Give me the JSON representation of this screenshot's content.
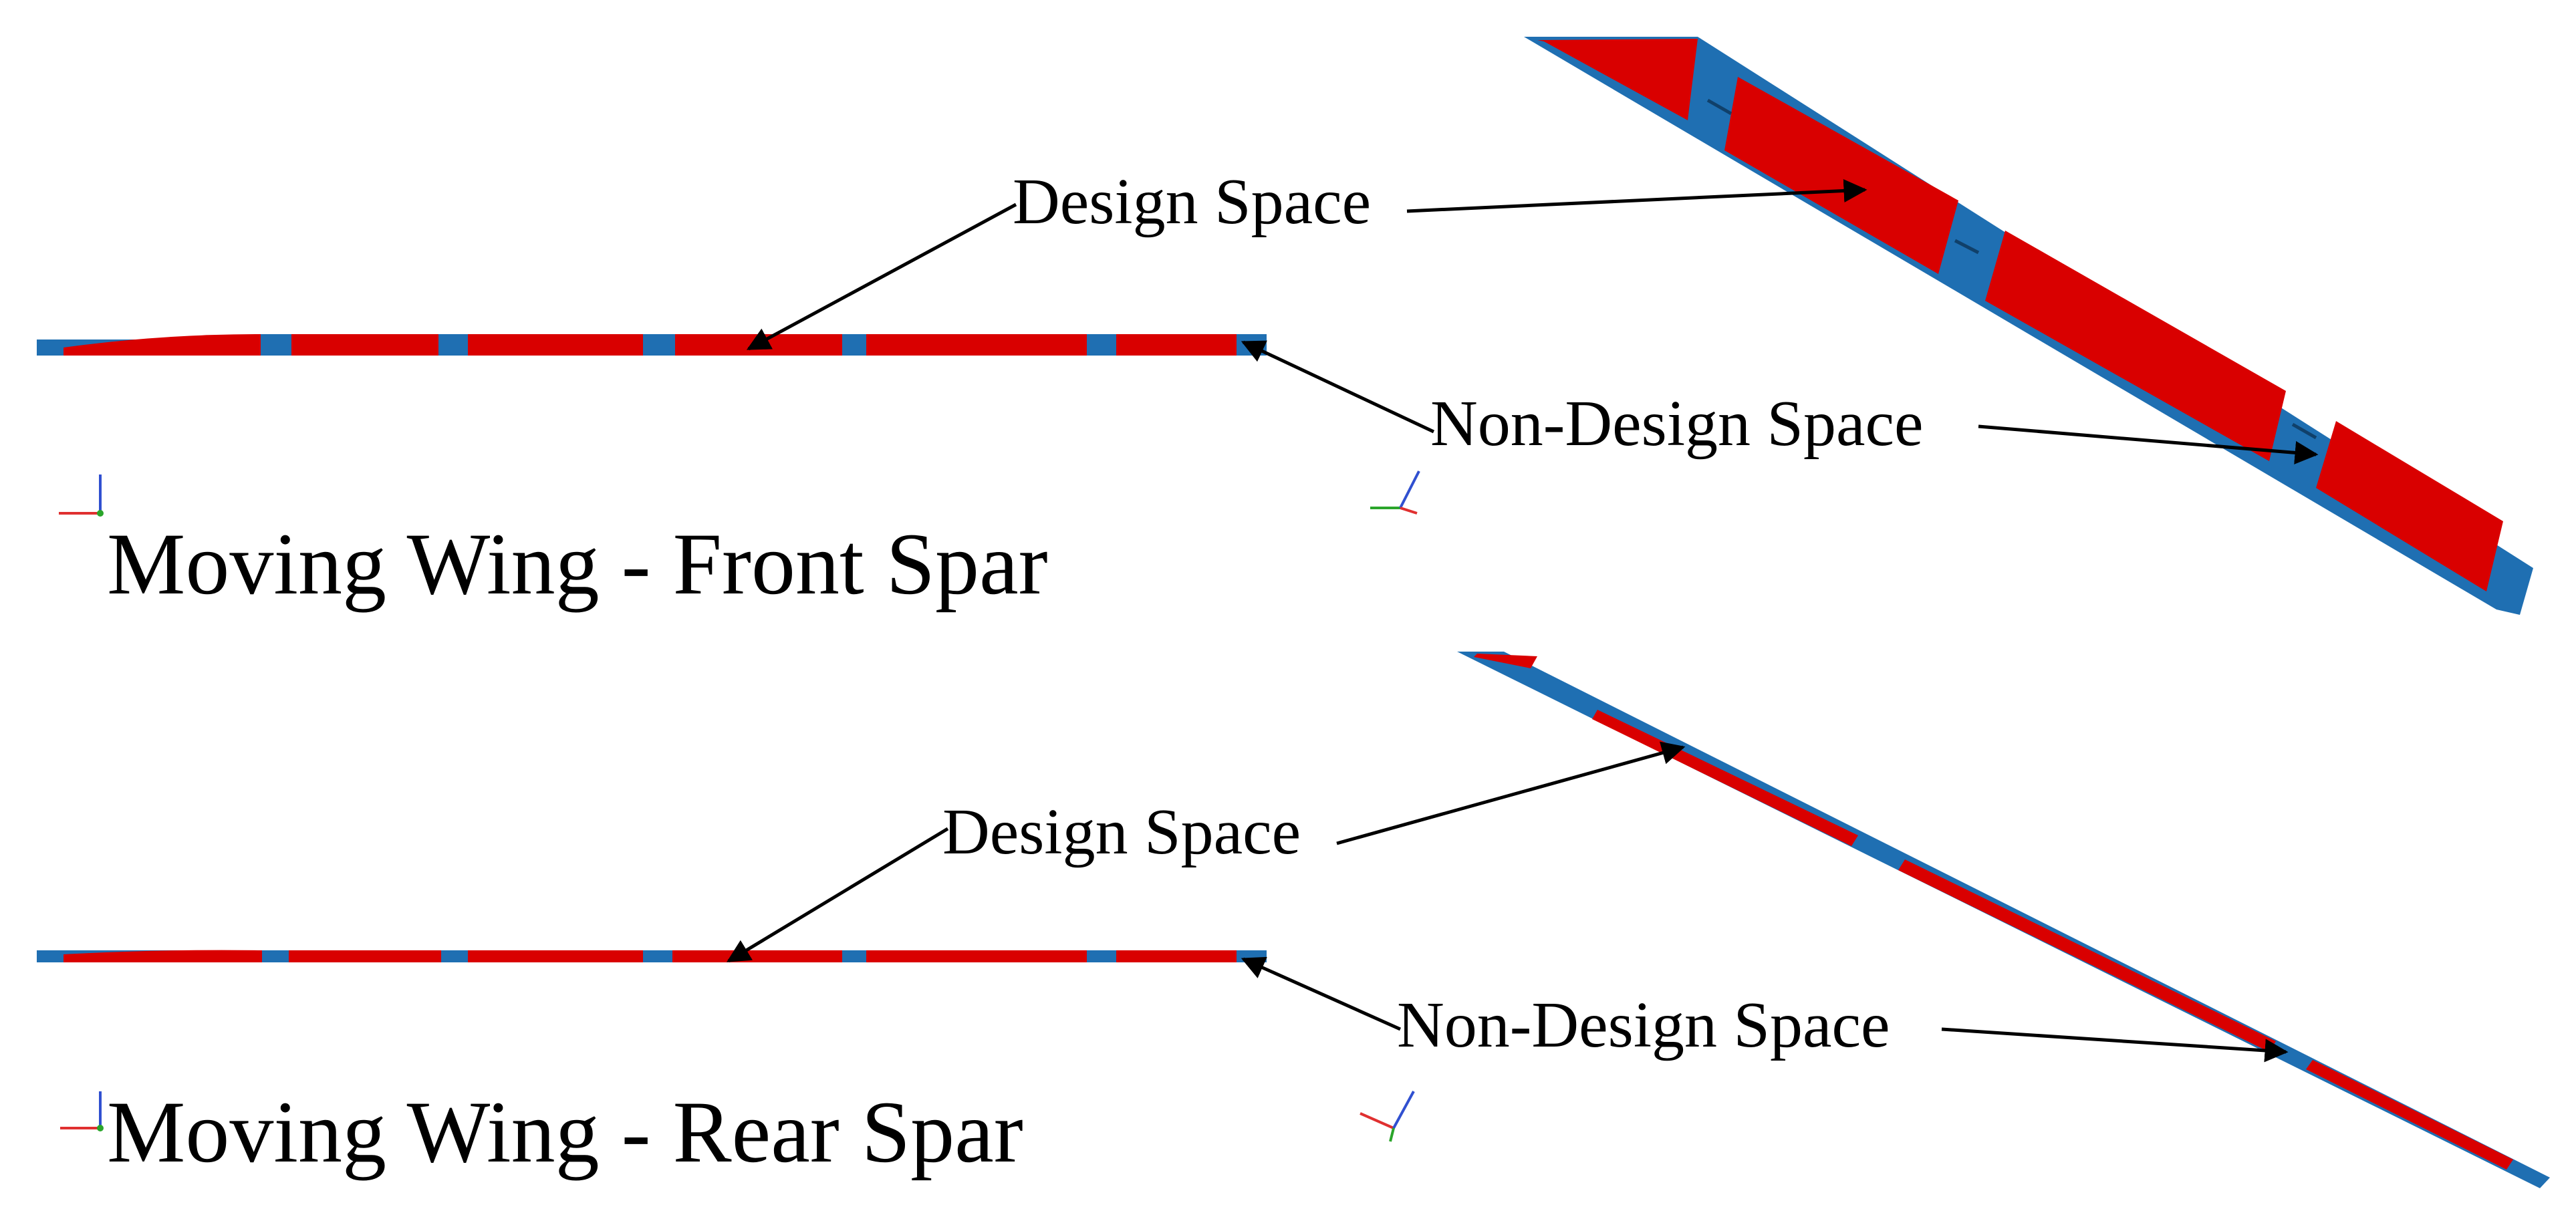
{
  "top_panel": {
    "title": "Moving Wing - Front Spar",
    "design_label": "Design Space",
    "nondesign_label": "Non-Design Space"
  },
  "bottom_panel": {
    "title": "Moving Wing - Rear Spar",
    "design_label": "Design Space",
    "nondesign_label": "Non-Design Space"
  },
  "colors": {
    "design": "#d90000",
    "nondesign": "#1f6fb2",
    "axis_x": "#e03030",
    "axis_y": "#2aa52a",
    "axis_z": "#3050d0"
  }
}
